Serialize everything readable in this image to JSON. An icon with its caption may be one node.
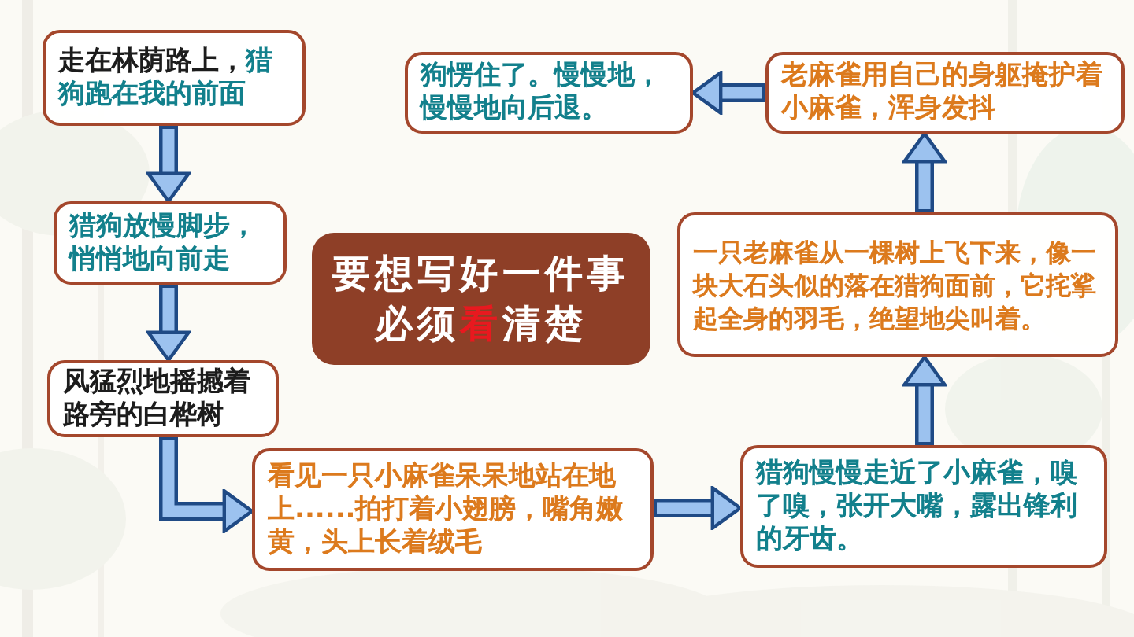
{
  "diagram": {
    "nodes": [
      {
        "text": [
          "走在林荫路上，**猎狗跑在我的前面**"
        ]
      },
      {
        "text": [
          "猎狗放慢脚步，悄悄地向前走"
        ]
      },
      {
        "text": [
          "风猛烈地摇撼着路旁的白桦树"
        ]
      },
      {
        "text": [
          "看见一只小麻雀呆呆地站在地上......拍打着小翅膀，嘴角嫩黄，头上长着绒毛"
        ]
      },
      {
        "text": [
          "猎狗慢慢走近了小麻雀，嗅了嗅，张开大嘴，露出锋利的牙齿。"
        ]
      },
      {
        "text": [
          "一只老麻雀从一棵树上飞下来，像一块大石头似的落在猎狗面前，它挓挲起全身的羽毛，绝望地尖叫着。"
        ]
      },
      {
        "text": [
          "老麻雀用自己的身躯掩护着小麻雀，浑身发抖"
        ]
      },
      {
        "text": [
          "狗愣住了。慢慢地，慢慢地向后退。"
        ]
      },
      {
        "text": [
          "要想写好一件事必须**看**清楚"
        ]
      }
    ],
    "edges": [
      {
        "from": 0,
        "to": 1,
        "arrow": "to"
      },
      {
        "from": 1,
        "to": 2,
        "arrow": "to"
      },
      {
        "from": 2,
        "to": 3,
        "arrow": "to"
      },
      {
        "from": 3,
        "to": 4,
        "arrow": "to"
      },
      {
        "from": 4,
        "to": 5,
        "arrow": "to"
      },
      {
        "from": 5,
        "to": 6,
        "arrow": "to"
      },
      {
        "from": 6,
        "to": 7,
        "arrow": "to"
      }
    ]
  }
}
